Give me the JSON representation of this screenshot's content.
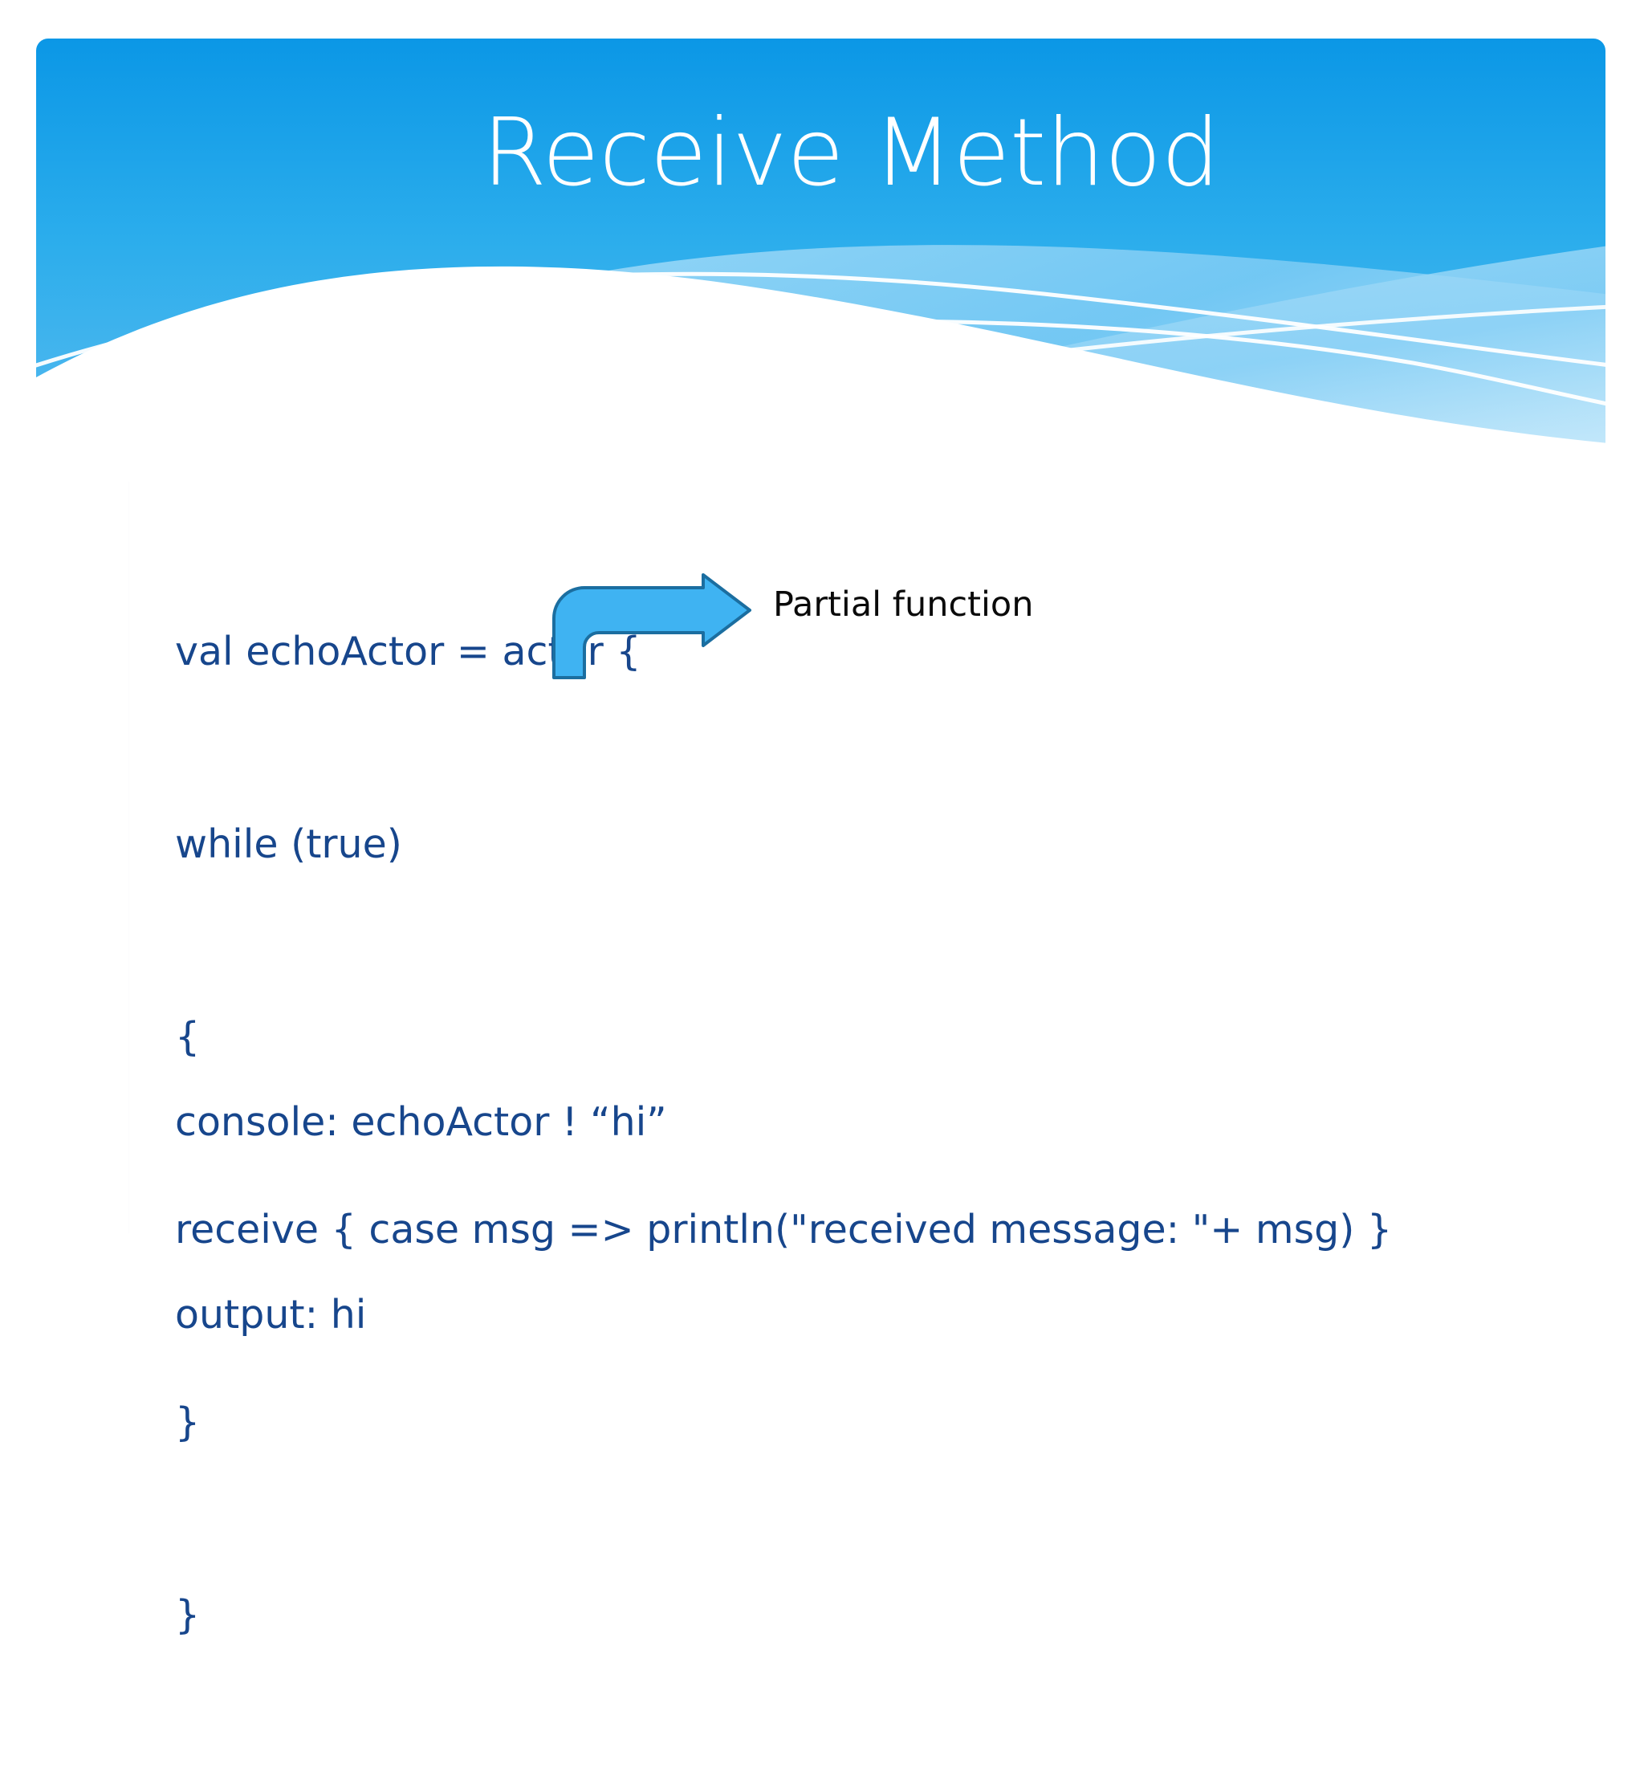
{
  "slide": {
    "title": "Receive Method",
    "background_color": "#ffffff"
  },
  "theme": {
    "banner_gradient_top": "#0f9de8",
    "banner_gradient_bottom": "#57b8ee",
    "wave_light": "#8fd2f5",
    "wave_mid": "#62bdf0",
    "wave_line": "#ffffff",
    "title_color": "#ffffff",
    "body_text_color": "#17468C",
    "callout_fill": "#3fb3f2",
    "callout_stroke": "#1b6ea0",
    "callout_label_color": "#0a0a0a"
  },
  "body": {
    "code_lines": [
      "val echoActor = actor {",
      "while (true)",
      "{",
      "receive { case msg => println(\"received message: \"+ msg) }",
      "}",
      "}"
    ],
    "tail_lines": [
      "console: echoActor ! “hi”",
      "output: hi"
    ]
  },
  "callout": {
    "label": "Partial function",
    "arrow_icon": "bent-arrow-right-icon"
  }
}
